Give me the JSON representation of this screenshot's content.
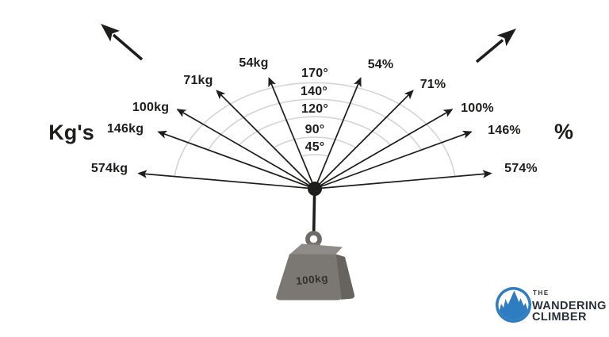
{
  "diagram": {
    "left_unit": "Kg's",
    "right_unit": "%",
    "pairs": [
      {
        "angle": "45°",
        "kg": "54kg",
        "pct": "54%"
      },
      {
        "angle": "90°",
        "kg": "71kg",
        "pct": "71%"
      },
      {
        "angle": "120°",
        "kg": "100kg",
        "pct": "100%"
      },
      {
        "angle": "140°",
        "kg": "146kg",
        "pct": "146%"
      },
      {
        "angle": "170°",
        "kg": "574kg",
        "pct": "574%"
      }
    ],
    "weight": {
      "label": "100kg"
    },
    "logo": {
      "the": "THE",
      "wandering": "WANDERING",
      "climber": "CLIMBER"
    },
    "colors": {
      "ink": "#1d1d1b",
      "arc": "#d4d4d4",
      "weight_front": "#7b7773",
      "weight_side": "#67635f",
      "weight_top": "#8e8b88",
      "ring_gray": "#6e6a67",
      "logo_blue": "#2e7dc1",
      "logo_text": "#2a313c"
    }
  }
}
